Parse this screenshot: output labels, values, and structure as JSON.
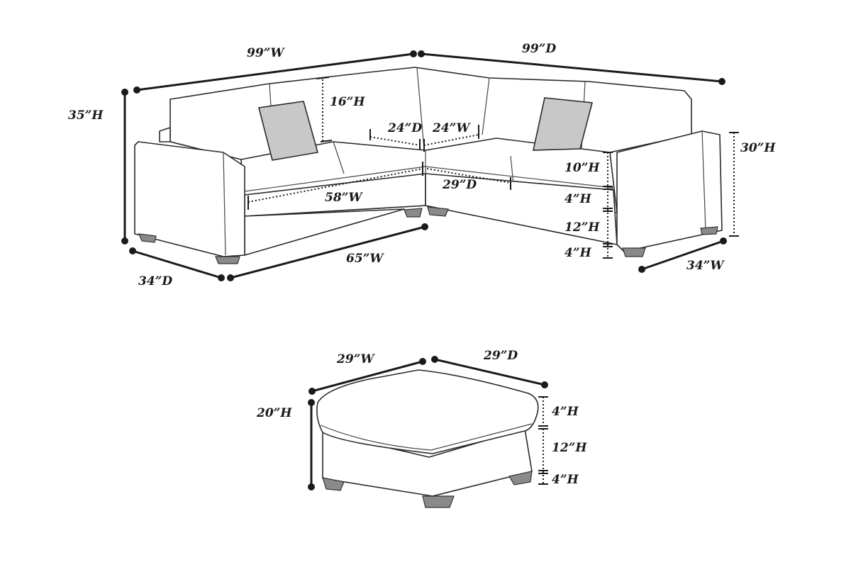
{
  "sectional": {
    "overall_width": "99”W",
    "overall_depth": "99”D",
    "overall_height": "35”H",
    "back_cushion_height": "16”H",
    "corner_depth": "24”D",
    "corner_width": "24”W",
    "arm_height": "30”H",
    "back_height": "10”H",
    "seat_width": "58”W",
    "seat_depth": "29”D",
    "cushion_height": "4”H",
    "base_height": "12”H",
    "leg_height": "4”H",
    "section_width": "65”W",
    "left_depth": "34”D",
    "right_width": "34”W"
  },
  "ottoman": {
    "width": "29”W",
    "depth": "29”D",
    "height": "20”H",
    "cushion_height": "4”H",
    "base_height": "12”H",
    "leg_height": "4”H"
  },
  "colors": {
    "line": "#1a1a1a",
    "pillow": "#c8c8c8",
    "leg": "#8a8a8a"
  }
}
